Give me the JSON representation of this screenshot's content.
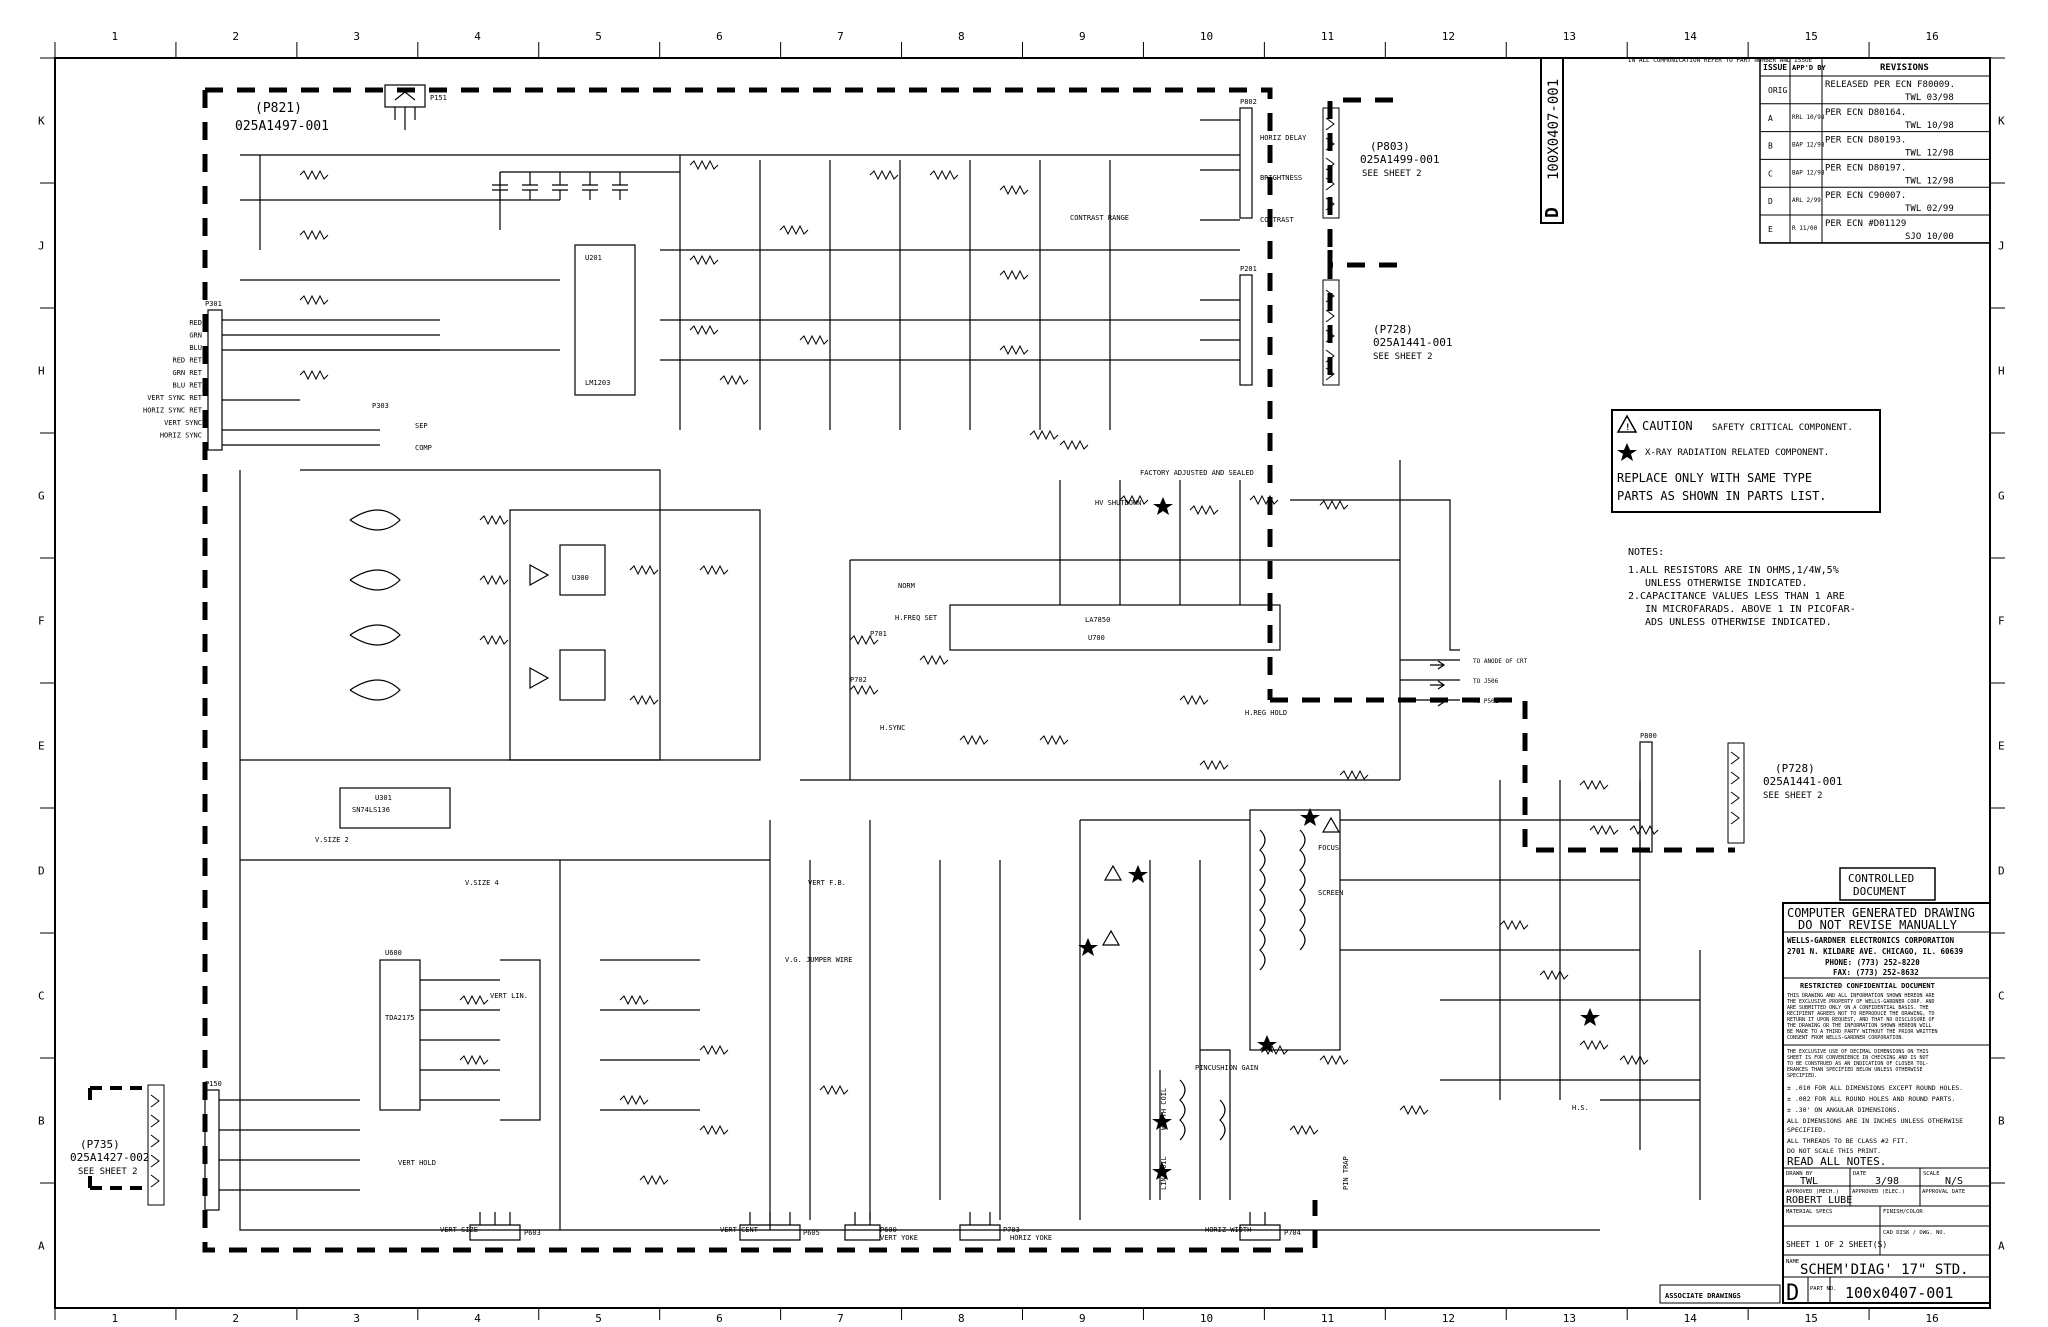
{
  "grid": {
    "columns": [
      "1",
      "2",
      "3",
      "4",
      "5",
      "6",
      "7",
      "8",
      "9",
      "10",
      "11",
      "12",
      "13",
      "14",
      "15",
      "16"
    ],
    "rows": [
      "K",
      "J",
      "H",
      "G",
      "F",
      "E",
      "D",
      "C",
      "B",
      "A"
    ]
  },
  "vertical_drawing_no": "100X0407-001",
  "vertical_size_letter": "D",
  "comm_note": "IN ALL COMMUNICATION REFER TO PART NUMBER AND ISSUE",
  "revisions": {
    "header": {
      "issue": "ISSUE",
      "appd": "APP'D BY",
      "revisions": "REVISIONS"
    },
    "rows": [
      {
        "issue": "ORIG",
        "appd": "",
        "text": "RELEASED PER ECN F80009.",
        "sign": "TWL 03/98"
      },
      {
        "issue": "A",
        "appd": "RRL 10/98",
        "text": "PER ECN D80164.",
        "sign": "TWL 10/98"
      },
      {
        "issue": "B",
        "appd": "BAP 12/98",
        "text": "PER ECN D80193.",
        "sign": "TWL 12/98"
      },
      {
        "issue": "C",
        "appd": "BAP 12/98",
        "text": "PER ECN D80197.",
        "sign": "TWL 12/98"
      },
      {
        "issue": "D",
        "appd": "ARL 2/99",
        "text": "PER ECN C90007.",
        "sign": "TWL 02/99"
      },
      {
        "issue": "E",
        "appd": "R 11/00",
        "text": "PER ECN #D01129",
        "sign": "SJO 10/00"
      }
    ]
  },
  "connectors": {
    "p821": {
      "name": "(P821)",
      "part": "025A1497-001"
    },
    "p803": {
      "name": "(P803)",
      "part": "025A1499-001",
      "note": "SEE SHEET 2"
    },
    "p728a": {
      "name": "(P728)",
      "part": "025A1441-001",
      "note": "SEE SHEET 2"
    },
    "p728b": {
      "name": "(P728)",
      "part": "025A1441-001",
      "note": "SEE SHEET 2"
    },
    "p735": {
      "name": "(P735)",
      "part": "025A1427-002",
      "note": "SEE SHEET 2"
    }
  },
  "caution": {
    "title": "CAUTION",
    "safety": "SAFETY CRITICAL COMPONENT.",
    "xray": "X-RAY RADIATION RELATED COMPONENT.",
    "replace1": "REPLACE ONLY WITH SAME TYPE",
    "replace2": "PARTS AS SHOWN IN PARTS LIST."
  },
  "notes": {
    "title": "NOTES:",
    "lines": [
      "1.ALL RESISTORS ARE IN OHMS,1/4W,5%",
      "UNLESS OTHERWISE INDICATED.",
      "2.CAPACITANCE VALUES LESS THAN 1 ARE",
      "IN MICROFARADS. ABOVE 1 IN PICOFAR-",
      "ADS UNLESS OTHERWISE INDICATED."
    ]
  },
  "controlled": [
    "CONTROLLED",
    "DOCUMENT"
  ],
  "title_block": {
    "cg1": "COMPUTER GENERATED DRAWING",
    "cg2": "DO NOT REVISE MANUALLY",
    "company": "WELLS-GARDNER ELECTRONICS CORPORATION",
    "address": "2701 N. KILDARE AVE.  CHICAGO, IL. 60639",
    "phone": "PHONE: (773) 252-8220",
    "fax": "FAX: (773) 252-8632",
    "restricted": "RESTRICTED CONFIDENTIAL DOCUMENT",
    "conf": [
      "THIS DRAWING AND ALL INFORMATION SHOWN HEREON ARE",
      "THE EXCLUSIVE PROPERTY OF WELLS-GARDNER CORP. AND",
      "ARE SUBMITTED ONLY ON A CONFIDENTIAL BASIS. THE",
      "RECIPIENT AGREES NOT TO REPRODUCE THE DRAWING, TO",
      "RETURN IT UPON REQUEST, AND THAT NO DISCLOSURE OF",
      "THE DRAWING OR THE INFORMATION SHOWN HEREON WILL",
      "BE MADE TO A THIRD PARTY WITHOUT THE PRIOR WRITTEN",
      "CONSENT FROM WELLS-GARDNER CORPORATION."
    ],
    "decimal": [
      "THE EXCLUSIVE USE OF DECIMAL DIMENSIONS ON THIS",
      "SHEET IS FOR CONVENIENCE IN CHECKING AND IS NOT",
      "TO BE CONSTRUED AS AN INDICATION OF CLOSER TOL-",
      "ERANCES THAN SPECIFIED BELOW UNLESS OTHERWISE",
      "SPECIFIED."
    ],
    "tol1": "± .010  FOR ALL DIMENSIONS EXCEPT ROUND HOLES.",
    "tol2": "± .002  FOR ALL ROUND HOLES AND ROUND PARTS.",
    "tol3": "± .30'  ON ANGULAR DIMENSIONS.",
    "inches1": "ALL DIMENSIONS ARE IN INCHES UNLESS OTHERWISE",
    "inches2": "SPECIFIED.",
    "threads": "ALL THREADS TO BE CLASS #2 FIT.",
    "noscale": "DO NOT SCALE THIS PRINT.",
    "readnotes": "READ ALL NOTES.",
    "drawn_label": "DRAWN BY",
    "drawn": "TWL",
    "date_label": "DATE",
    "date": "3/98",
    "scale_label": "SCALE",
    "scale": "N/S",
    "approved_mech_label": "APPROVED (MECH.)",
    "approved_mech": "ROBERT LUBE",
    "approved_elec_label": "APPROVED (ELEC.)",
    "approval_date_label": "APPROVAL DATE",
    "material_label": "MATERIAL SPECS",
    "finish_label": "FINISH/COLOR",
    "sheet": "SHEET  1  OF  2  SHEET(S)",
    "cad_label": "CAD DISK / DWG. NO.",
    "name_label": "NAME",
    "name": "SCHEM'DIAG' 17\" STD.",
    "size": "D",
    "partno_label": "PART NO.",
    "partno": "100x0407-001",
    "associate": "ASSOCIATE DRAWINGS"
  },
  "labels": {
    "rgb_in": [
      "RED",
      "GRN",
      "BLU",
      "RED RET",
      "GRN RET",
      "BLU RET",
      "VERT SYNC RET",
      "HORIZ SYNC RET",
      "VERT SYNC",
      "HORIZ SYNC"
    ],
    "p802": [
      "HORIZ DELAY",
      "BRIGHTNESS",
      "CONTRAST"
    ],
    "p501": [
      "TO ANODE OF CRT",
      "TO J506",
      "TO P501"
    ],
    "misc": [
      "SEP",
      "COMP",
      "CONTRAST RANGE",
      "HV SHUTDOWN",
      "FACTORY ADJUSTED AND SEALED",
      "NORM",
      "H.FREQ SET",
      "H.SYNC",
      "V.SIZE 2",
      "V.SIZE 4",
      "VERT F.B.",
      "V.G. JUMPER WIRE",
      "VERT LIN.",
      "VERT HOLD",
      "PINCUSHION GAIN",
      "WIDTH COIL",
      "LIN COIL",
      "PIN TRAP",
      "H.S.",
      "H.REG HOLD",
      "FOCUS",
      "SCREEN"
    ],
    "ics": [
      "U201",
      "LM1203",
      "LA7850",
      "U700",
      "U300",
      "U301",
      "SN74LS136",
      "U600",
      "TDA2175"
    ],
    "bottom": [
      "VERT SIZE",
      "VERT CENT",
      "VERT YOKE",
      "HORIZ YOKE",
      "HORIZ WIDTH"
    ],
    "plugs": [
      "P301",
      "P303",
      "P151",
      "P802",
      "P201",
      "P603",
      "P605",
      "P600",
      "P703",
      "P704",
      "P800",
      "P150",
      "P701",
      "P702"
    ]
  }
}
